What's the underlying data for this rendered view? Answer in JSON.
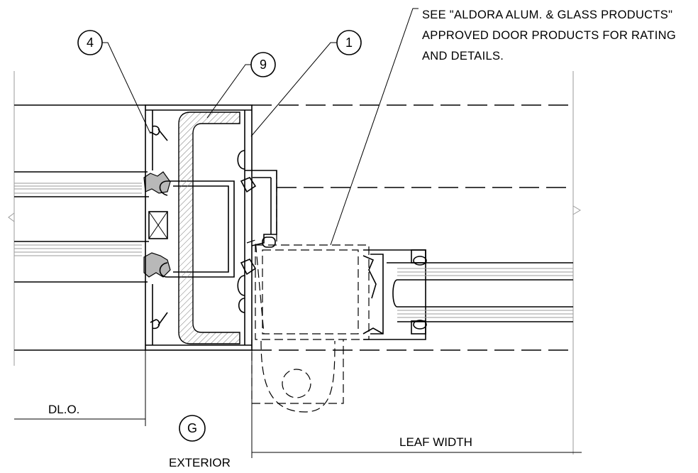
{
  "note": {
    "line1": "SEE \"ALDORA ALUM. & GLASS PRODUCTS\"",
    "line2": "APPROVED DOOR PRODUCTS FOR RATING",
    "line3": "AND DETAILS."
  },
  "callouts": {
    "c4": "4",
    "c9": "9",
    "c1": "1",
    "cG": "G"
  },
  "labels": {
    "dlo": "DL.O.",
    "exterior": "EXTERIOR",
    "leaf_width": "LEAF WIDTH"
  }
}
